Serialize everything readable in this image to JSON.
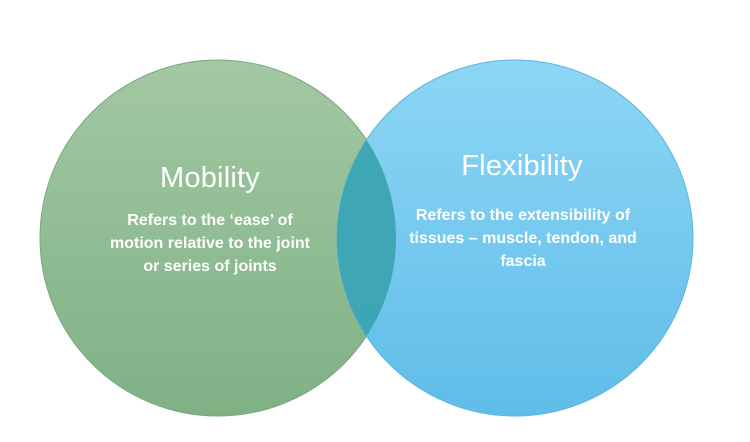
{
  "diagram": {
    "type": "venn",
    "colors": {
      "left_circle": "#8dbd8d",
      "right_circle": "#74c8ee",
      "overlap": "#3aa3b0"
    },
    "left": {
      "title": "Mobility",
      "description": "Refers to the ‘ease’ of motion relative to the joint or series of joints"
    },
    "right": {
      "title": "Flexibility",
      "description": "Refers to the extensibility of tissues – muscle, tendon, and fascia"
    }
  }
}
